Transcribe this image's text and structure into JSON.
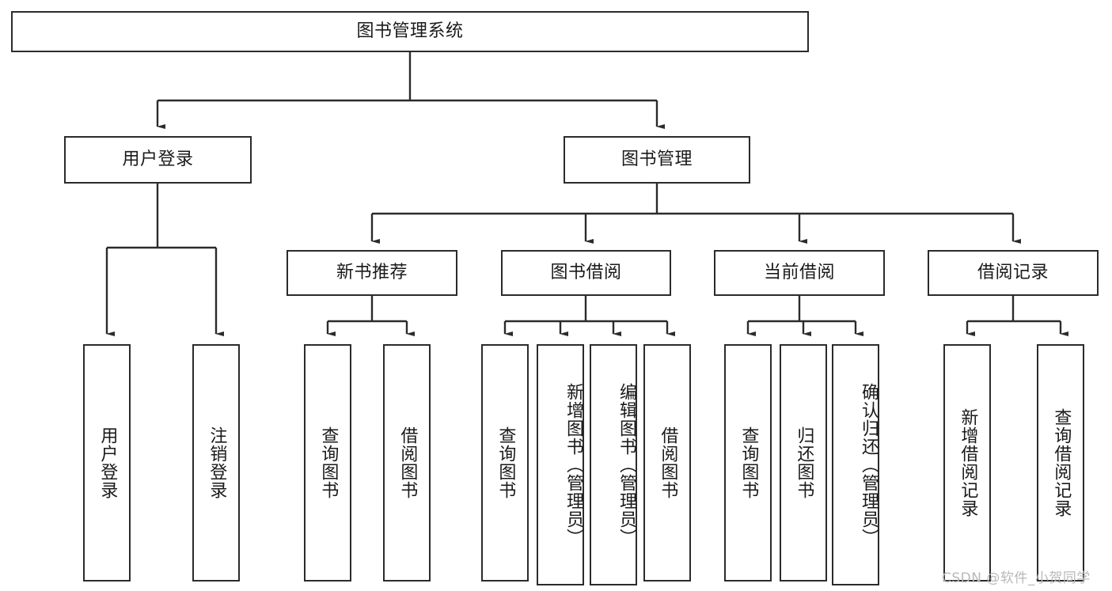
{
  "diagram": {
    "type": "tree-hierarchy",
    "title": "图书管理系统",
    "orientation": "top-down",
    "root": {
      "id": "root",
      "label": "图书管理系统"
    },
    "level2": [
      {
        "id": "user-login",
        "label": "用户登录"
      },
      {
        "id": "book-manage",
        "label": "图书管理"
      }
    ],
    "level3": [
      {
        "id": "new-book-recommend",
        "label": "新书推荐"
      },
      {
        "id": "book-borrow",
        "label": "图书借阅"
      },
      {
        "id": "current-borrow",
        "label": "当前借阅"
      },
      {
        "id": "borrow-record",
        "label": "借阅记录"
      }
    ],
    "leaves": {
      "user_login": [
        {
          "id": "leaf-user-login",
          "label": "用户登录"
        },
        {
          "id": "leaf-user-logout",
          "label": "注销登录"
        }
      ],
      "new_book_recommend": [
        {
          "id": "leaf-query-book-1",
          "label": "查询图书"
        },
        {
          "id": "leaf-borrow-book-1",
          "label": "借阅图书"
        }
      ],
      "book_borrow": [
        {
          "id": "leaf-query-book-2",
          "label": "查询图书"
        },
        {
          "id": "leaf-add-book",
          "label": "新增图书（管理员）"
        },
        {
          "id": "leaf-edit-book",
          "label": "编辑图书（管理员）"
        },
        {
          "id": "leaf-borrow-book-2",
          "label": "借阅图书"
        }
      ],
      "current_borrow": [
        {
          "id": "leaf-query-book-3",
          "label": "查询图书"
        },
        {
          "id": "leaf-return-book",
          "label": "归还图书"
        },
        {
          "id": "leaf-confirm-return",
          "label": "确认归还（管理员）"
        }
      ],
      "borrow_record": [
        {
          "id": "leaf-add-record",
          "label": "新增借阅记录"
        },
        {
          "id": "leaf-query-record",
          "label": "查询借阅记录"
        }
      ]
    },
    "colors": {
      "stroke": "#2b2b2b",
      "fill": "#ffffff",
      "text": "#1a1a1a",
      "watermark": "#b9b9b9"
    }
  },
  "watermark": {
    "text": "CSDN @软件_小贺同学"
  }
}
